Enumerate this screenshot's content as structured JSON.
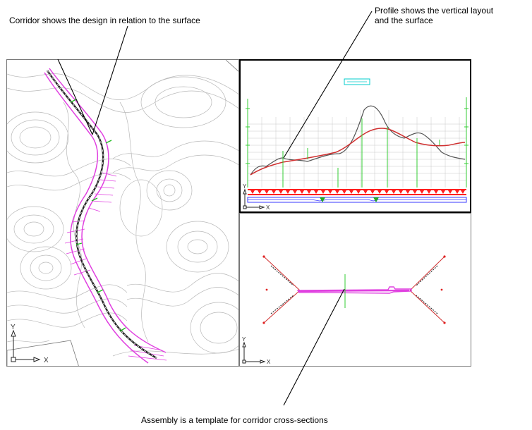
{
  "captions": {
    "corridor": "Corridor shows the design in relation to the surface",
    "profile_line1": "Profile shows the vertical layout",
    "profile_line2": "and the surface",
    "assembly": "Assembly is a template for corridor cross-sections"
  },
  "axes": {
    "y": "Y",
    "x": "X"
  },
  "colors": {
    "contour": "#b9b9b9",
    "corridor": "#e040e0",
    "alignment": "#222222",
    "design_profile": "#d03030",
    "ground_profile": "#555555",
    "station_markers": "#ff2020",
    "vertical_lines": "#33cc33",
    "label_box": "#00cccc",
    "profile_band": "#3a3aff"
  }
}
